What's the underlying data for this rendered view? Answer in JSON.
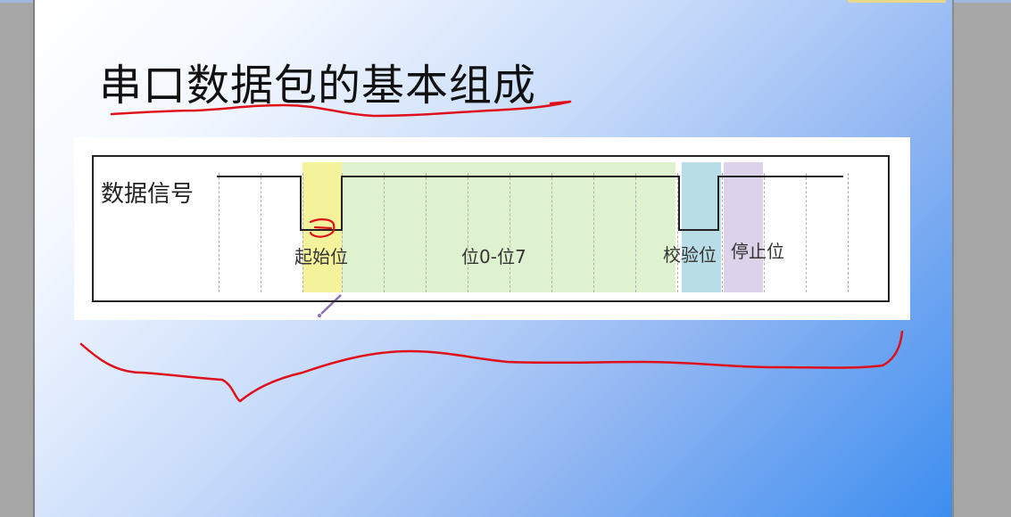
{
  "slide": {
    "title": "串口数据包的基本组成"
  },
  "diagram": {
    "signal_label": "数据信号",
    "fields": {
      "start": "起始位",
      "data": "位0-位7",
      "parity": "校验位",
      "stop": "停止位"
    }
  },
  "colors": {
    "start_zone": "#f4f29a",
    "data_zone": "#dff2cf",
    "parity_zone": "#b9dde6",
    "stop_zone": "#dcd3ea",
    "annotation_pen": "#e0101a"
  }
}
